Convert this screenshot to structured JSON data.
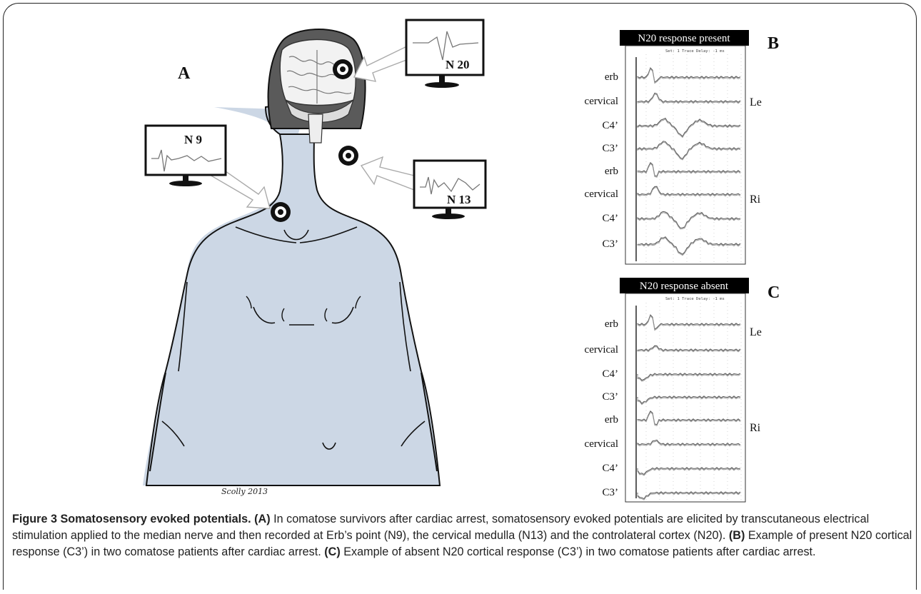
{
  "panel_a": {
    "label": "A",
    "monitors": [
      {
        "id": "n9",
        "label": "N 9"
      },
      {
        "id": "n13",
        "label": "N 13"
      },
      {
        "id": "n20",
        "label": "N 20"
      }
    ],
    "signature": "Scolly 2013"
  },
  "panel_b": {
    "label": "B",
    "header": "N20 response present",
    "meta": "Set: 1  Trace Delay: -1 ms",
    "side_left": "Le",
    "side_right": "Ri",
    "channels": [
      "erb",
      "cervical",
      "C4’",
      "C3’",
      "erb",
      "cervical",
      "C4’",
      "C3’"
    ]
  },
  "panel_c": {
    "label": "C",
    "header": "N20 response absent",
    "meta": "Set: 1  Trace Delay: -1 ms",
    "side_left": "Le",
    "side_right": "Ri",
    "channels": [
      "erb",
      "cervical",
      "C4’",
      "C3’",
      "erb",
      "cervical",
      "C4’",
      "C3’"
    ]
  },
  "caption": {
    "figure_label": "Figure 3 Somatosensory evoked potentials.",
    "a_tag": "(A)",
    "a_text": " In comatose survivors after cardiac arrest, somatosensory evoked potentials are elicited by transcutaneous electrical stimulation applied to the median nerve and then recorded at Erb’s point (N9), the cervical medulla (N13) and the controlateral cortex (N20). ",
    "b_tag": "(B)",
    "b_text": " Example of present N20 cortical response (C3’) in two comatose patients after cardiac arrest. ",
    "c_tag": "(C)",
    "c_text": " Example of absent N20 cortical response (C3’) in two comatose patients after cardiac arrest."
  }
}
